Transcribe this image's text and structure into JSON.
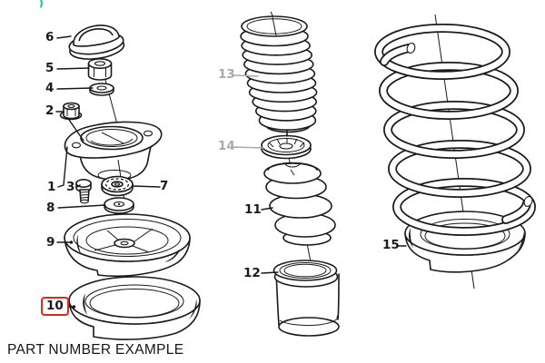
{
  "caption": "PART NUMBER EXAMPLE",
  "colors": {
    "ink": "#1a1a1a",
    "muted": "#a9a9a9",
    "highlight": "#dc2a20",
    "mark": "#3cc39c",
    "background": "#ffffff"
  },
  "highlighted_part": "10",
  "muted_parts": [
    "13",
    "14"
  ],
  "labels": {
    "p1": "1",
    "p2": "2",
    "p3": "3",
    "p4": "4",
    "p5": "5",
    "p6": "6",
    "p7": "7",
    "p8": "8",
    "p9": "9",
    "p10": "10",
    "p11": "11",
    "p12": "12",
    "p13": "13",
    "p14": "14",
    "p15": "15"
  }
}
